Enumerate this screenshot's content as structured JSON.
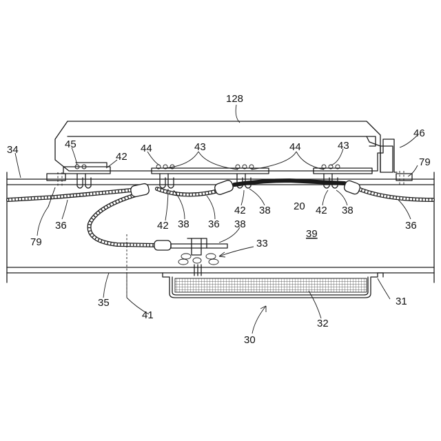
{
  "figure": {
    "labels": {
      "ref_128": "128",
      "ref_46": "46",
      "ref_34": "34",
      "ref_45": "45",
      "ref_42_top": "42",
      "ref_44_left": "44",
      "ref_43_center": "43",
      "ref_44_right": "44",
      "ref_43_right": "43",
      "ref_79_right": "79",
      "ref_36_left": "36",
      "ref_79_left": "79",
      "ref_42_lower_left": "42",
      "ref_38_lower_left": "38",
      "ref_36_mid": "36",
      "ref_42_mid": "42",
      "ref_38_mid": "38",
      "ref_20": "20",
      "ref_42_right": "42",
      "ref_38_right": "38",
      "ref_36_right": "36",
      "ref_38_clip": "38",
      "ref_33": "33",
      "ref_39": "39",
      "ref_35": "35",
      "ref_41": "41",
      "ref_31": "31",
      "ref_32": "32",
      "ref_30": "30"
    }
  }
}
